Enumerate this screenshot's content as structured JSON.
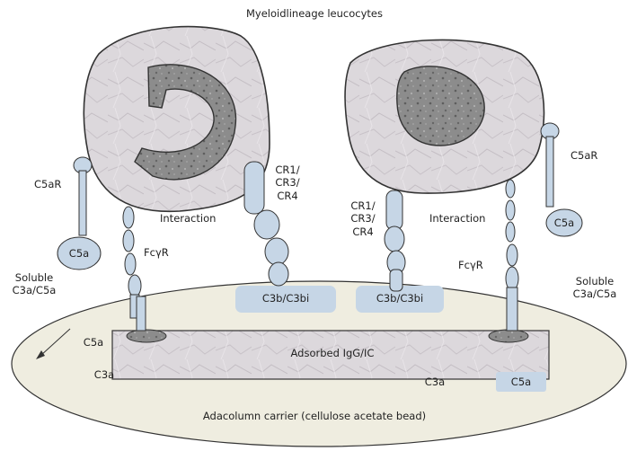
{
  "title": "Myeloidlineage leucocytes",
  "labels": {
    "c5ar_left": "C5aR",
    "c5ar_right": "C5aR",
    "c5a_left": "C5a",
    "c5a_right": "C5a",
    "c5a_bead": "C5a",
    "c5a_bead_right": "C5a",
    "c3a_bead_left": "C3a",
    "c3a_bead_right": "C3a",
    "fcr_left": "FcγR",
    "fcr_right": "FcγR",
    "cr_left": "CR1/\nCR3/\nCR4",
    "cr_right": "CR1/\nCR3/\nCR4",
    "interaction_left": "Interaction",
    "interaction_right": "Interaction",
    "c3b_left": "C3b/C3bi",
    "c3b_right": "C3b/C3bi",
    "soluble_left": "Soluble\nC3a/C5a",
    "soluble_right": "Soluble\nC3a/C5a",
    "adsorbed": "Adsorbed IgG/IC",
    "carrier": "Adacolumn carrier (cellulose acetate bead)"
  },
  "colors": {
    "cell_fill": "#d8d4d8",
    "nucleus_fill": "#8a8a8a",
    "receptor_fill": "#c6d6e6",
    "bead_fill": "#efede0",
    "bar_fill": "#cfc6cc",
    "outline": "#333333"
  }
}
